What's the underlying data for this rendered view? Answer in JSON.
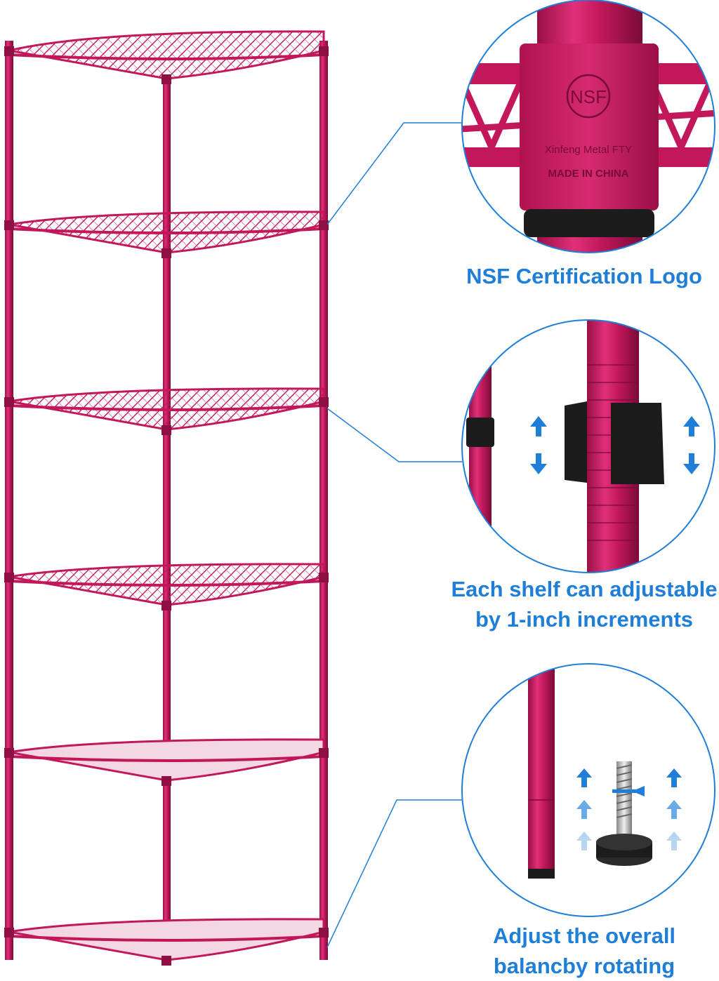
{
  "product": {
    "frame_color": "#c2185b",
    "frame_dark": "#8e1042",
    "accent_color": "#1f7fd8"
  },
  "callouts": [
    {
      "name": "nsf-logo",
      "caption_lines": [
        "NSF Certification Logo"
      ],
      "sleeve_text": {
        "logo": "NSF",
        "maker": "Xinfeng Metal FTY",
        "origin": "MADE IN CHINA"
      }
    },
    {
      "name": "adjustable-shelf",
      "caption_lines": [
        "Each shelf can adjustable",
        "by 1-inch increments"
      ]
    },
    {
      "name": "leveling-feet",
      "caption_lines": [
        "Adjust the overall",
        "balancby rotating"
      ]
    }
  ]
}
